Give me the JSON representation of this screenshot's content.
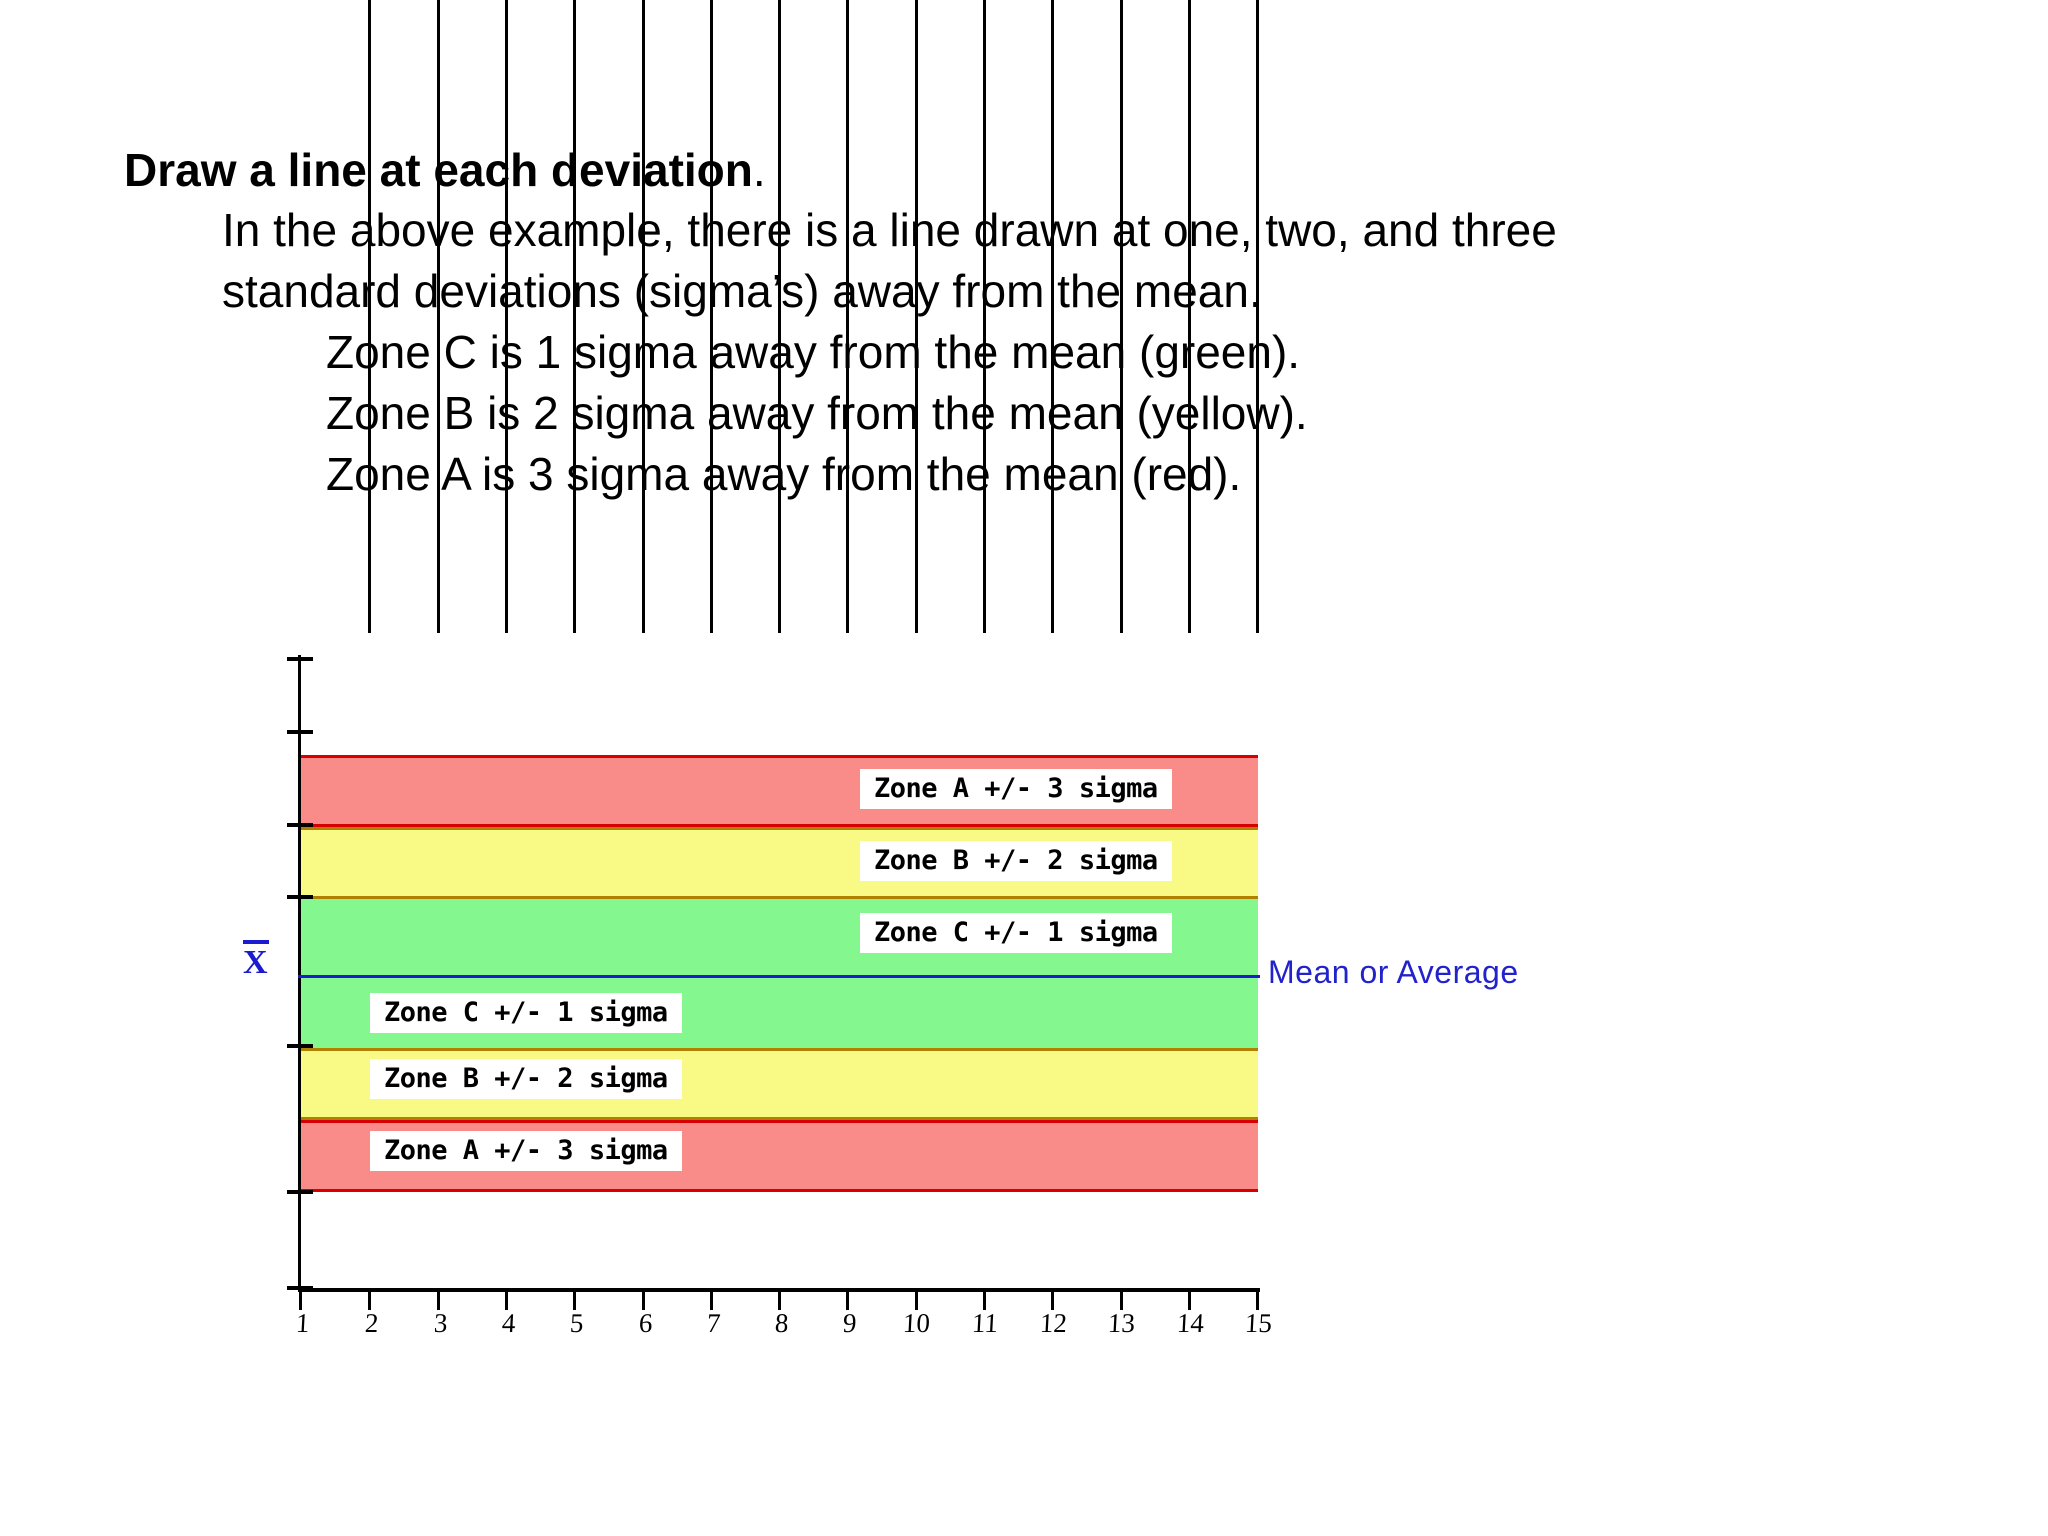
{
  "slide": {
    "heading": "Draw a line at each deviation",
    "heading_suffix": ".",
    "body_lines": [
      "In the above example, there is a line drawn at one, two, and three",
      "standard deviations (sigma’s) away from the mean.",
      "Zone C is 1 sigma away from the mean (green).",
      "Zone B is 2 sigma away from the mean (yellow).",
      "Zone A is 3 sigma away from the mean (red)."
    ]
  },
  "chart_data": {
    "type": "area",
    "title": "",
    "xlabel": "",
    "ylabel": "",
    "x_tick_labels": [
      "1",
      "2",
      "3",
      "4",
      "5",
      "6",
      "7",
      "8",
      "9",
      "10",
      "11",
      "12",
      "13",
      "14",
      "15"
    ],
    "xlim": [
      1,
      15
    ],
    "grid": true,
    "legend_position": "inline",
    "mean_label": "Mean or Average",
    "mean_symbol": "X",
    "mean_value": 0,
    "bands": [
      {
        "name": "Zone A upper",
        "label": "Zone A +/- 3 sigma",
        "color": "#f98b89",
        "border": "#d60000",
        "from_sigma": 2,
        "to_sigma": 3
      },
      {
        "name": "Zone B upper",
        "label": "Zone B +/- 2 sigma",
        "color": "#f9f986",
        "border": "#b08000",
        "from_sigma": 1,
        "to_sigma": 2
      },
      {
        "name": "Zone C upper",
        "label": "Zone C +/- 1 sigma",
        "color": "#85f78f",
        "border": "#85f78f",
        "from_sigma": 0,
        "to_sigma": 1
      },
      {
        "name": "Zone C lower",
        "label": "Zone C +/- 1 sigma",
        "color": "#85f78f",
        "border": "#85f78f",
        "from_sigma": -1,
        "to_sigma": 0
      },
      {
        "name": "Zone B lower",
        "label": "Zone B +/- 2 sigma",
        "color": "#f9f986",
        "border": "#b08000",
        "from_sigma": -2,
        "to_sigma": -1
      },
      {
        "name": "Zone A lower",
        "label": "Zone A +/- 3 sigma",
        "color": "#f98b89",
        "border": "#d60000",
        "from_sigma": -3,
        "to_sigma": -2
      }
    ],
    "zone_tags": [
      {
        "id": "tag-zone-a-upper",
        "text": "Zone A +/- 3 sigma"
      },
      {
        "id": "tag-zone-b-upper",
        "text": "Zone B +/- 2 sigma"
      },
      {
        "id": "tag-zone-c-upper",
        "text": "Zone C +/- 1 sigma"
      },
      {
        "id": "tag-zone-c-lower",
        "text": "Zone C +/- 1 sigma"
      },
      {
        "id": "tag-zone-b-lower",
        "text": "Zone B +/- 2 sigma"
      },
      {
        "id": "tag-zone-a-lower",
        "text": "Zone A +/- 3 sigma"
      }
    ]
  },
  "colors": {
    "red": "#f98b89",
    "red_border": "#d60000",
    "yellow": "#f9f986",
    "yellow_border": "#b08000",
    "green": "#85f78f",
    "mean_blue": "#1a1ad0",
    "axis_black": "#000000"
  }
}
